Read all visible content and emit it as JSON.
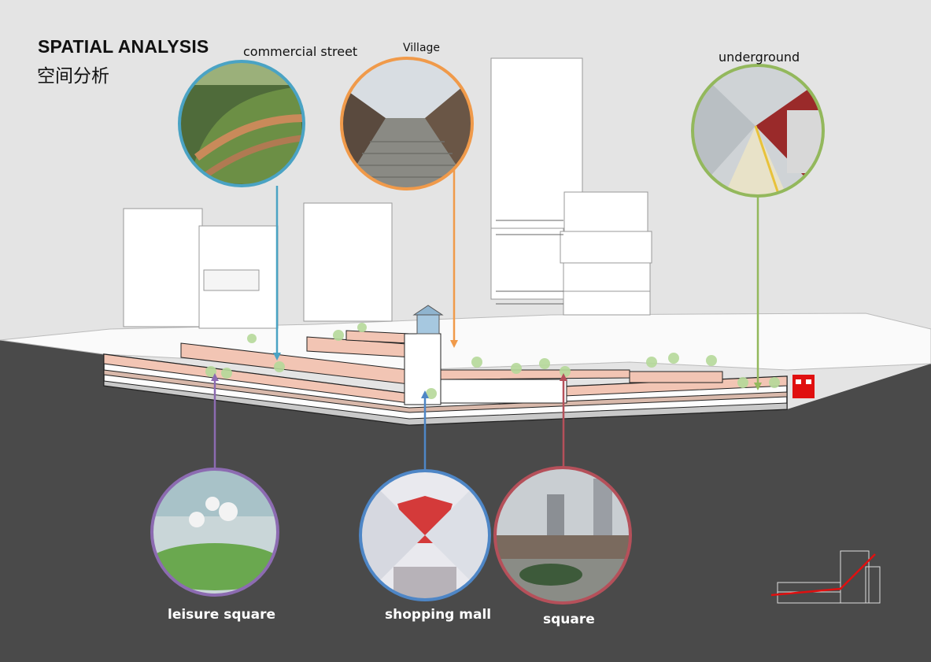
{
  "title": "SPATIAL ANALYSIS",
  "subtitle": "空间分析",
  "labels": {
    "commercial_street": "commercial street",
    "village": "Village",
    "underground": "underground",
    "leisure_square": "leisure square",
    "shopping_mall": "shopping mall",
    "square": "square"
  },
  "colors": {
    "background_upper": "#e4e4e4",
    "ground": "#4a4a4a",
    "floor_slab": "#f2c5b4",
    "commercial_street": "#4aa3c4",
    "village": "#f09a4a",
    "underground": "#93b85c",
    "leisure_square": "#8c6bb1",
    "shopping_mall": "#4e86c6",
    "square": "#b5505a",
    "metro": "#e01010"
  }
}
